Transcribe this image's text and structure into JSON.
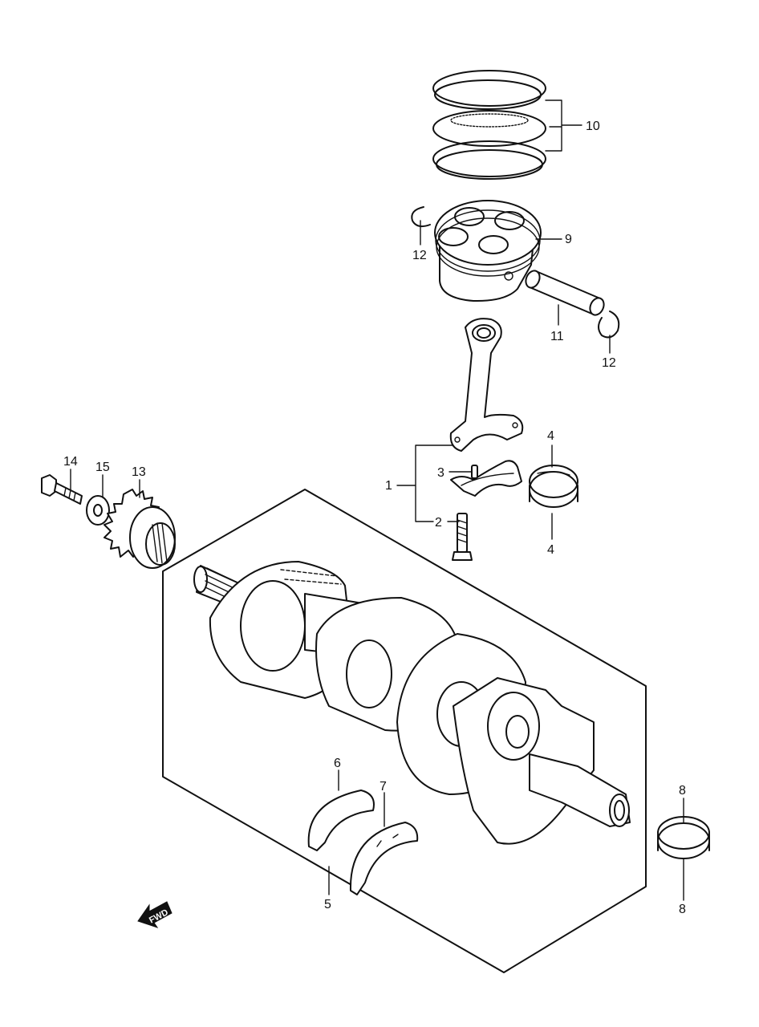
{
  "callouts": {
    "c1": "1",
    "c2": "2",
    "c3": "3",
    "c4a": "4",
    "c4b": "4",
    "c5": "5",
    "c6": "6",
    "c7": "7",
    "c8a": "8",
    "c8b": "8",
    "c9": "9",
    "c10": "10",
    "c11": "11",
    "c12a": "12",
    "c12b": "12",
    "c13": "13",
    "c14": "14",
    "c15": "15"
  },
  "direction_marker": {
    "label": "FWD",
    "icon": "arrow-fwd-icon"
  }
}
